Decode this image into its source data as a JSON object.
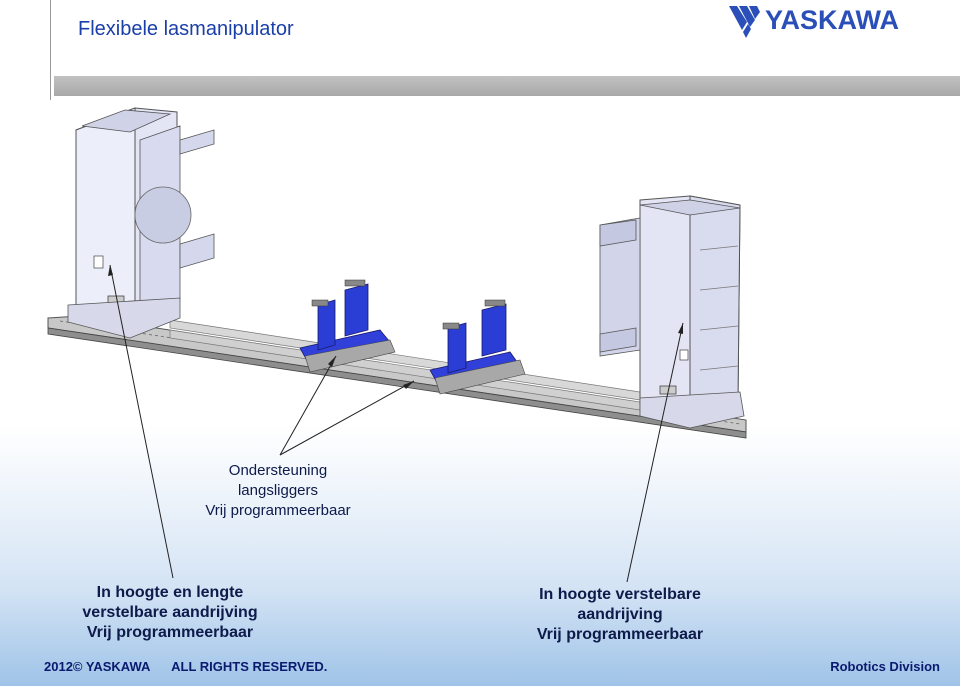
{
  "header": {
    "title": "Flexibele lasmanipulator",
    "logo_text": "YASKAWA"
  },
  "labels": {
    "center": [
      "Ondersteuning",
      "langsliggers",
      "Vrij programmeerbaar"
    ],
    "left": [
      "In hoogte en lengte",
      "verstelbare aandrijving",
      "Vrij programmeerbaar"
    ],
    "right": [
      "In hoogte verstelbare",
      "aandrijving",
      "Vrij programmeerbaar"
    ]
  },
  "footer": {
    "copyright": "2012© YASKAWA      ALL RIGHTS RESERVED.",
    "division": "Robotics Division"
  },
  "colors": {
    "title": "#1a3fa8",
    "machine_frame": "#dfe2f3",
    "blue_parts": "#2a3ed6",
    "footer_text": "#0a1a6e"
  }
}
